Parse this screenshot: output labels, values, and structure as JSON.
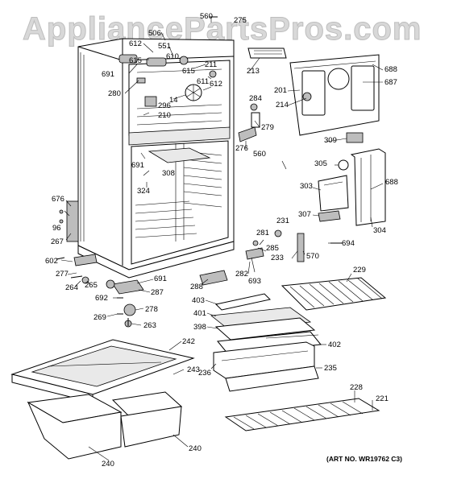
{
  "watermark": "AppliancePartsPros.com",
  "art_number": "(ART NO. WR19762 C3)",
  "callouts": {
    "c560a": "560",
    "c275": "275",
    "c506": "506",
    "c612": "612",
    "c551": "551",
    "c610": "610",
    "c615a": "615",
    "c691a": "691",
    "c211": "211",
    "c615b": "615",
    "c611": "611",
    "c612b": "612",
    "c14": "14",
    "c280": "280",
    "c296": "296",
    "c210": "210",
    "c691b": "691",
    "c308": "308",
    "c324": "324",
    "c676": "676",
    "c96": "96",
    "c267": "267",
    "c602": "602",
    "c277": "277",
    "c264": "264",
    "c265": "265",
    "c691c": "691",
    "c287": "287",
    "c288": "288",
    "c692": "692",
    "c278": "278",
    "c269": "269",
    "c263": "263",
    "c213": "213",
    "c201": "201",
    "c214": "214",
    "c688a": "688",
    "c687": "687",
    "c284": "284",
    "c279": "279",
    "c276": "276",
    "c560b": "560",
    "c309": "309",
    "c305": "305",
    "c688b": "688",
    "c303": "303",
    "c307": "307",
    "c231": "231",
    "c281": "281",
    "c285": "285",
    "c694": "694",
    "c304": "304",
    "c233": "233",
    "c570": "570",
    "c282": "282",
    "c693": "693",
    "c229": "229",
    "c403": "403",
    "c401": "401",
    "c398": "398",
    "c402": "402",
    "c236": "236",
    "c235": "235",
    "c242": "242",
    "c243": "243",
    "c228": "228",
    "c221": "221",
    "c240a": "240",
    "c240b": "240"
  }
}
